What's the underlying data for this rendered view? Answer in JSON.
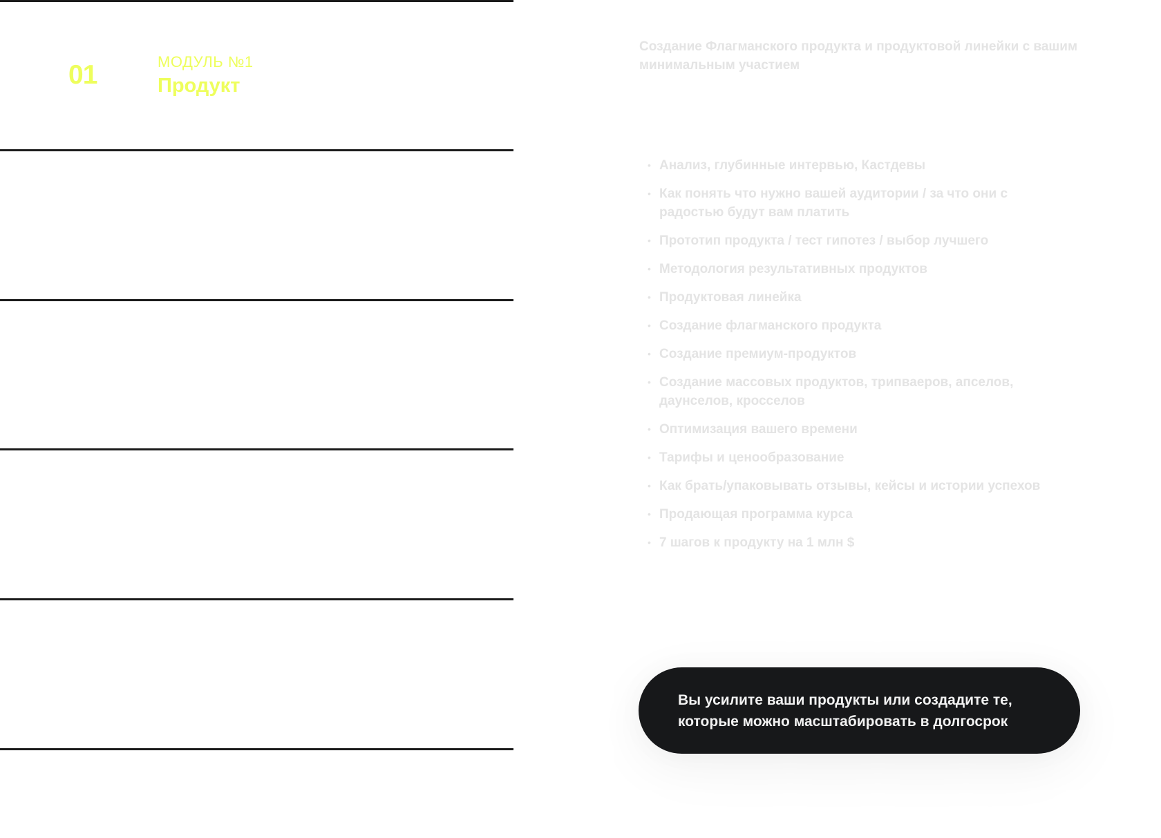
{
  "colors": {
    "accent": "#eefe5c",
    "muted_text": "#e4e4e4",
    "divider": "#1b1b1b",
    "pill_bg": "#17181a",
    "pill_text": "#f2f2f2",
    "background": "#ffffff"
  },
  "module": {
    "number": "01",
    "label": "МОДУЛЬ №1",
    "title": "Продукт"
  },
  "intro": "Создание Флагманского продукта и продуктовой линейки с вашим минимальным участием",
  "topics": [
    "Анализ, глубинные интервью, Кастдевы",
    "Как понять что нужно вашей аудитории / за что они с радостью будут вам платить",
    "Прототип продукта / тест гипотез / выбор лучшего",
    "Методология результативных продуктов",
    "Продуктовая линейка",
    "Создание флагманского продукта",
    "Создание премиум-продуктов",
    "Создание массовых продуктов, трипваеров, апселов, даунселов, кросселов",
    "Оптимизация вашего времени",
    "Тарифы и ценообразование",
    "Как брать/упаковывать отзывы, кейсы и истории успехов",
    "Продающая программа курса",
    "7 шагов к продукту на 1 млн $"
  ],
  "bullet_glyph": "•",
  "result": "Вы усилите ваши продукты или создадите те, которые можно масштабировать в долгосрок"
}
